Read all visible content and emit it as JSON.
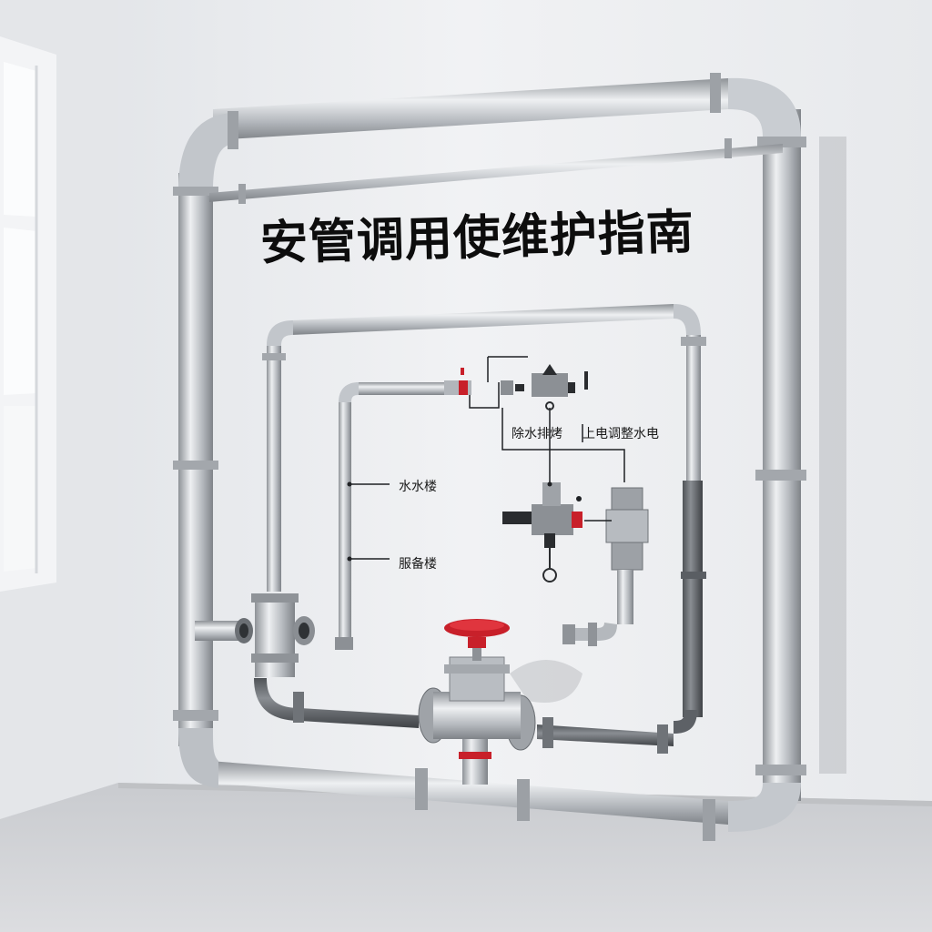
{
  "scene": {
    "title": "安管调用使维护指南",
    "labels": {
      "left_upper": "水水楼",
      "left_lower": "服备楼",
      "drain": "除水排烤",
      "power": "上电调整水电"
    },
    "colors": {
      "wall": "#eef0f2",
      "floor": "#d3d4d6",
      "pipe": "#b7bbc0",
      "pipe_dark": "#6f7378",
      "valve_wheel": "#c8202a",
      "window_frame": "#f4f5f7"
    },
    "objects": [
      "window",
      "pipe-frame",
      "gate-valve",
      "tee-fitting",
      "pump",
      "schematic-diagram"
    ]
  }
}
